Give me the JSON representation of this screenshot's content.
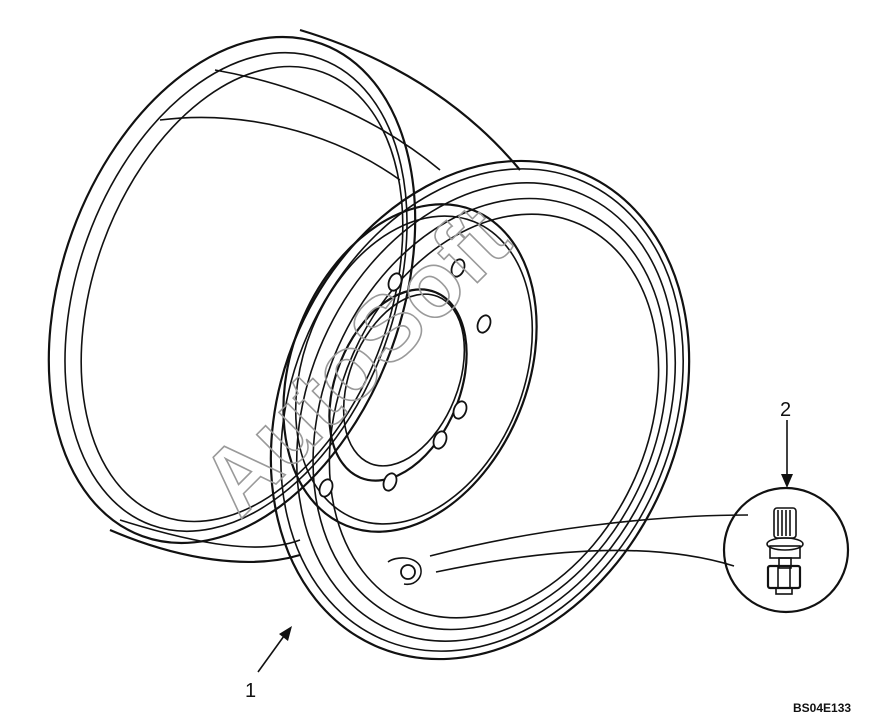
{
  "diagram": {
    "callouts": [
      {
        "id": "1",
        "label": "1"
      },
      {
        "id": "2",
        "label": "2"
      }
    ],
    "drawing_code": "BS04E133",
    "watermark": "AutoSoft",
    "colors": {
      "line": "#111111",
      "background": "#ffffff",
      "watermark": "#9a9a9a"
    }
  }
}
